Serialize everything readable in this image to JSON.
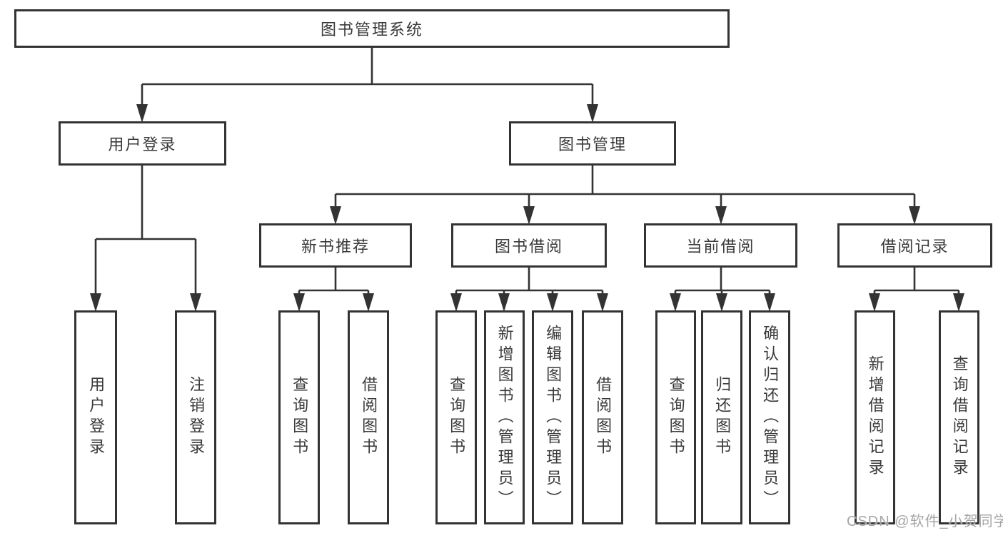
{
  "tree": {
    "label": "图书管理系统",
    "children": [
      {
        "label": "用户登录",
        "children": [
          {
            "label": "用户登录"
          },
          {
            "label": "注销登录"
          }
        ]
      },
      {
        "label": "图书管理",
        "children": [
          {
            "label": "新书推荐",
            "children": [
              {
                "label": "查询图书"
              },
              {
                "label": "借阅图书"
              }
            ]
          },
          {
            "label": "图书借阅",
            "children": [
              {
                "label": "查询图书"
              },
              {
                "label": "新增图书（管理员）"
              },
              {
                "label": "编辑图书（管理员）"
              },
              {
                "label": "借阅图书"
              }
            ]
          },
          {
            "label": "当前借阅",
            "children": [
              {
                "label": "查询图书"
              },
              {
                "label": "归还图书"
              },
              {
                "label": "确认归还（管理员）"
              }
            ]
          },
          {
            "label": "借阅记录",
            "children": [
              {
                "label": "新增借阅记录"
              },
              {
                "label": "查询借阅记录"
              }
            ]
          }
        ]
      }
    ]
  },
  "watermark": {
    "text": "CSDN @软件_小贺同学"
  },
  "colors": {
    "line": "#333333",
    "text": "#3a3a3a",
    "background": "#ffffff",
    "watermark": "#a6a6a6"
  }
}
